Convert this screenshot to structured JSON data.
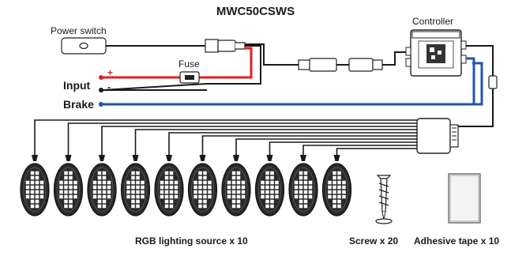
{
  "title": "MWC50CSWS",
  "labels": {
    "power_switch": "Power switch",
    "controller": "Controller",
    "fuse": "Fuse",
    "input": "Input",
    "brake": "Brake",
    "plus": "+",
    "minus": "-"
  },
  "bottom_labels": {
    "rgb": "RGB lighting source x 10",
    "screw": "Screw x 20",
    "tape": "Adhesive tape x 10"
  },
  "pod_count": 10,
  "colors": {
    "wire_black": "#1a1a1a",
    "wire_red": "#e02020",
    "wire_blue": "#2255aa",
    "pod_fill": "#2a2a2a",
    "grid_fill": "#ffffff"
  },
  "icons": {
    "power_switch": "rocker-switch-icon",
    "controller": "controller-box-icon",
    "fuse": "fuse-icon",
    "pod": "rgb-pod-light-icon",
    "screw": "screw-icon",
    "tape": "adhesive-tape-icon"
  }
}
